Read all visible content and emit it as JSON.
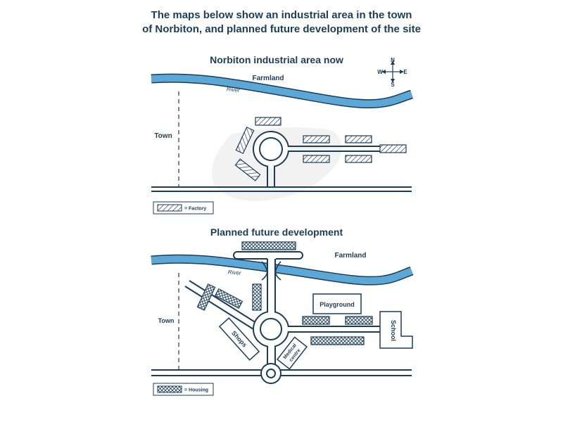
{
  "title": {
    "line1": "The maps below show an industrial area in the town",
    "line2": "of Norbiton, and planned future development of the site"
  },
  "map_now": {
    "title": "Norbiton industrial area now",
    "labels": {
      "farmland": "Farmland",
      "river": "River",
      "town": "Town"
    },
    "legend": "= Factory",
    "compass": {
      "n": "N",
      "s": "S",
      "e": "E",
      "w": "W"
    }
  },
  "map_future": {
    "title": "Planned future development",
    "labels": {
      "farmland": "Farmland",
      "river": "River",
      "town": "Town",
      "playground": "Playground",
      "shops": "Shops",
      "school": "School",
      "medical_line1": "Medical",
      "medical_line2": "centre"
    },
    "legend": "= Housing"
  },
  "colors": {
    "ink": "#1c3d5a",
    "river": "#5ba8d6",
    "hatch": "#1c3d5a"
  }
}
